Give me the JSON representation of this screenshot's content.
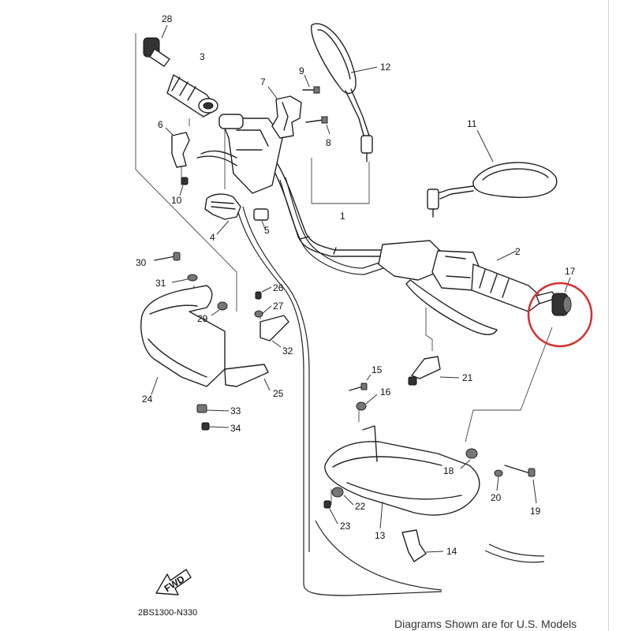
{
  "diagram": {
    "code": "2BS1300-N330",
    "fwd_label": "FWD",
    "footer_note": "Diagrams Shown are for U.S. Models",
    "highlight_color": "#d32f2f",
    "highlighted_part": "17",
    "callouts": {
      "c1": "1",
      "c2": "2",
      "c3": "3",
      "c4": "4",
      "c5": "5",
      "c6": "6",
      "c7": "7",
      "c8": "8",
      "c9": "9",
      "c10": "10",
      "c11": "11",
      "c12": "12",
      "c13": "13",
      "c14": "14",
      "c15": "15",
      "c16": "16",
      "c17": "17",
      "c18": "18",
      "c19": "19",
      "c20": "20",
      "c21": "21",
      "c22": "22",
      "c23": "23",
      "c24": "24",
      "c25": "25",
      "c26": "26",
      "c27": "27",
      "c28": "28",
      "c29": "29",
      "c30": "30",
      "c31": "31",
      "c32": "32",
      "c33": "33",
      "c34": "34"
    }
  }
}
